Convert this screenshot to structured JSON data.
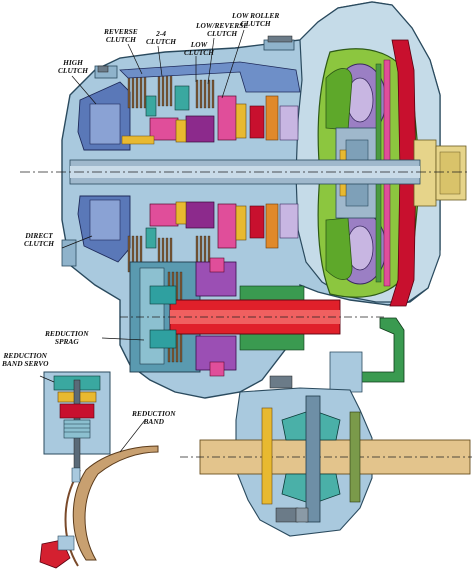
{
  "labels": {
    "reverse_clutch": "REVERSE\nCLUTCH",
    "clutch_24": "2-4\nCLUTCH",
    "low_reverse_clutch": "LOW/REVERSE\nCLUTCH",
    "low_roller_clutch": "LOW ROLLER\nCLUTCH",
    "low_clutch": "LOW\nCLUTCH",
    "high_clutch": "HIGH\nCLUTCH",
    "direct_clutch": "DIRECT\nCLUTCH",
    "reduction_sprag": "REDUCTION\nSPRAG",
    "reduction_band_servo": "REDUCTION\nBAND SERVO",
    "reduction_band": "REDUCTION\nBAND"
  },
  "colors": {
    "case": "#a9c9de",
    "case_outline": "#2a4a5e",
    "converter_green": "#8cc63f",
    "stator_purple": "#9b7fc4",
    "converter_red": "#c8102e",
    "input_shaft": "#9fb8cc",
    "shaft_red": "#e0202a",
    "pink": "#e04e9a",
    "gold": "#e8b930",
    "clutch_pack": "#7a5a3a",
    "teal": "#3aa8a0",
    "flex_plate": "#e6d48a",
    "axle": "#e3c48c",
    "differential": "#4ab0a8",
    "servo_red": "#d42030",
    "band_brown": "#7a4a2a"
  }
}
